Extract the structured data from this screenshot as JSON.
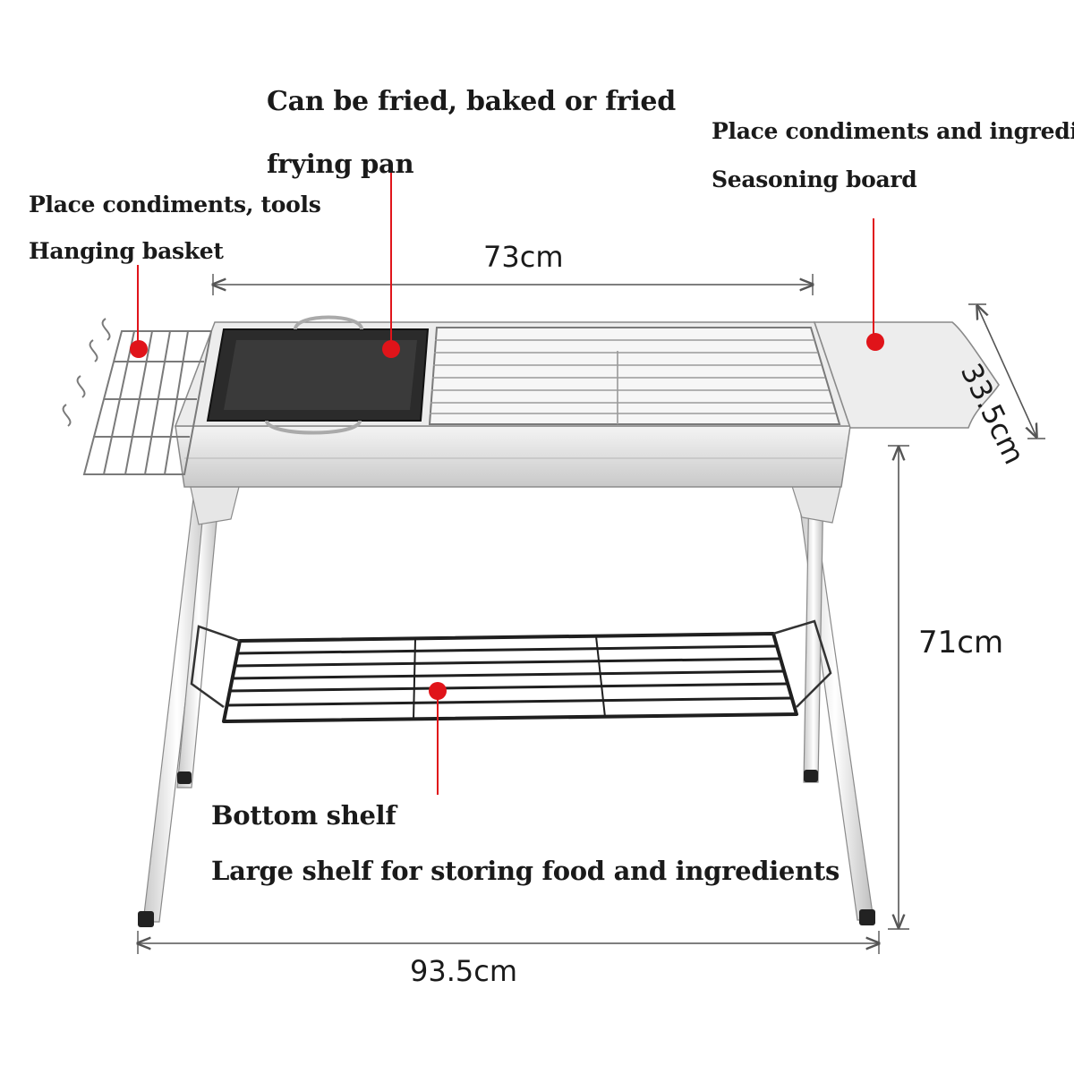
{
  "callouts": {
    "frying_pan": {
      "title": "Can be fried, baked or fried",
      "name": "frying pan"
    },
    "seasoning_board": {
      "title": "Place condiments and ingredients",
      "name": "Seasoning board"
    },
    "hanging_basket": {
      "title": "Place condiments, tools",
      "name": "Hanging basket"
    },
    "bottom_shelf": {
      "name": "Bottom shelf",
      "title": "Large shelf for storing food and ingredients"
    }
  },
  "dimensions": {
    "grill_length": "73cm",
    "board_depth": "33.5cm",
    "height": "71cm",
    "total_width": "93.5cm"
  },
  "colors": {
    "marker": "#e0141a",
    "pan": "#2b2b2b",
    "steel": "#d9d9d9",
    "shelf": "#1f1f1f"
  }
}
